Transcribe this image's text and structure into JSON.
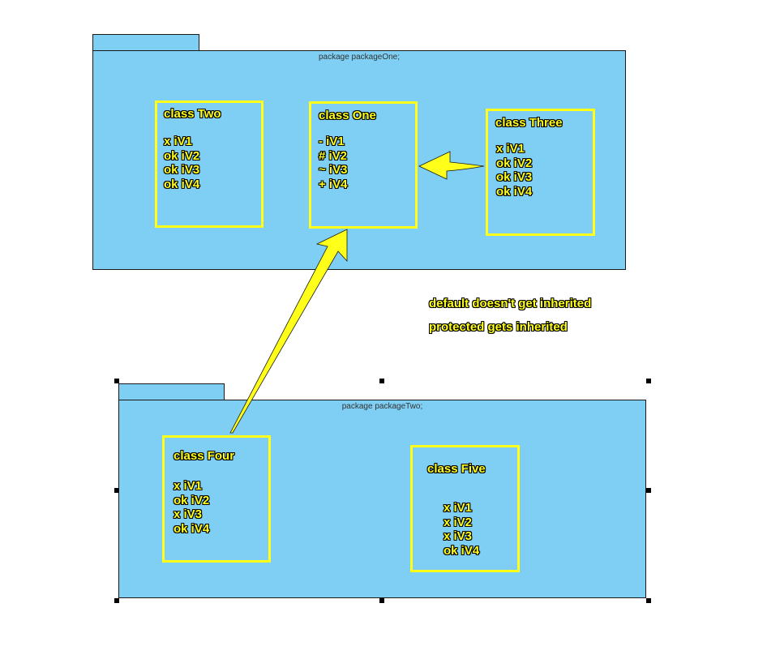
{
  "packages": [
    {
      "label": "package packageOne;",
      "classes": [
        {
          "title": "class Two",
          "fields": [
            "x iV1",
            "ok iV2",
            "ok iV3",
            "ok iV4"
          ]
        },
        {
          "title": "class One",
          "fields": [
            "- iV1",
            "# iV2",
            "~ iV3",
            "+ iV4"
          ]
        },
        {
          "title": "class Three",
          "fields": [
            "x iV1",
            "ok iV2",
            "ok iV3",
            "ok iV4"
          ]
        }
      ]
    },
    {
      "label": "package packageTwo;",
      "classes": [
        {
          "title": "class Four",
          "fields": [
            "x iV1",
            "ok iV2",
            "x iV3",
            "ok iV4"
          ]
        },
        {
          "title": "class Five",
          "fields": [
            "x iV1",
            "x iV2",
            "x iV3",
            "ok iV4"
          ]
        }
      ]
    }
  ],
  "notes": [
    "default doesn't get inherited",
    "protected gets inherited"
  ],
  "colors": {
    "package_fill": "#7ecff3",
    "class_border": "#ffff1a",
    "arrow": "#ffff1a",
    "text_outline": "#000000"
  }
}
